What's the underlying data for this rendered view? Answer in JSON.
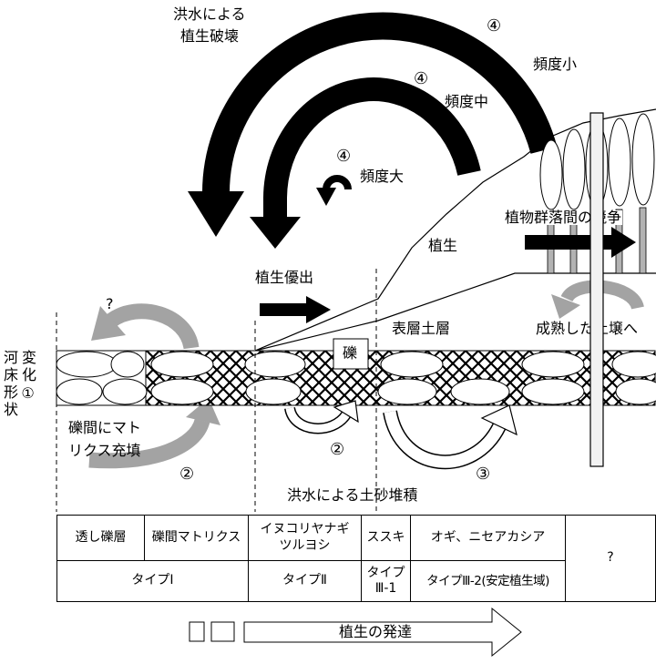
{
  "labels": {
    "flood_destruction": [
      "洪水による",
      "植生破壊"
    ],
    "freq_low": {
      "marker": "④",
      "text": "頻度小"
    },
    "freq_mid": {
      "marker": "④",
      "text": "頻度中"
    },
    "freq_high": {
      "marker": "④",
      "text": "頻度大"
    },
    "competition": "植物群落間の競争",
    "vegetation": "植生",
    "vegetation_emergence": "植生優出",
    "unknown_top": "?",
    "surface_soil": "表層土層",
    "mature_soil": "成熟した土壌へ",
    "riverbed_shape": "河床形状",
    "riverbed_change": "変化①",
    "gravel": "礫",
    "matrix_fill": [
      "礫間にマト",
      "リクス充填"
    ],
    "step_2_left": "②",
    "step_2_center": "②",
    "step_3": "③",
    "flood_deposition": "洪水による土砂堆積",
    "development": "植生の発達"
  },
  "table": {
    "vegetation": {
      "open_gravel": "透し礫層",
      "matrix": "礫間マトリクス",
      "willow_reed": [
        "イヌコリヤナギ",
        "ツルヨシ"
      ],
      "susuki": "ススキ",
      "ogi_acacia": "オギ、ニセアカシア",
      "unknown": "?"
    },
    "types": {
      "type1": "タイプⅠ",
      "type2": "タイプⅡ",
      "type3_1": [
        "タイプ",
        "Ⅲ-1"
      ],
      "type3_2": "タイプⅢ-2(安定植生域)"
    }
  },
  "colors": {
    "gray_arrow": "#a3a3a3",
    "pole_fill": "#f2f2f2",
    "trunk_fill": "#b3b3b3"
  }
}
